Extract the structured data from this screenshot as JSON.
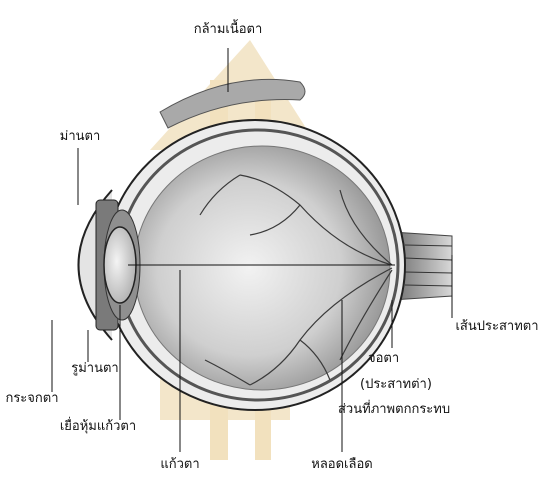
{
  "labels": {
    "extraocular_muscle": "กล้ามเนื้อตา",
    "iris": "ม่านตา",
    "optic_nerve": "เส้นประสาทตา",
    "retina_line1": "จอตา",
    "retina_line2": "(ประสาทต่า)",
    "retina_line3": "ส่วนที่ภาพตกกระทบ",
    "pupil": "รูม่านตา",
    "cornea": "กระจกตา",
    "ciliary_body": "เยื่อหุ้มแก้วตา",
    "vitreous_lens": "แก้วตา",
    "blood_vessel": "หลอดเลือด"
  },
  "colors": {
    "watermark": "#e9c98a"
  }
}
